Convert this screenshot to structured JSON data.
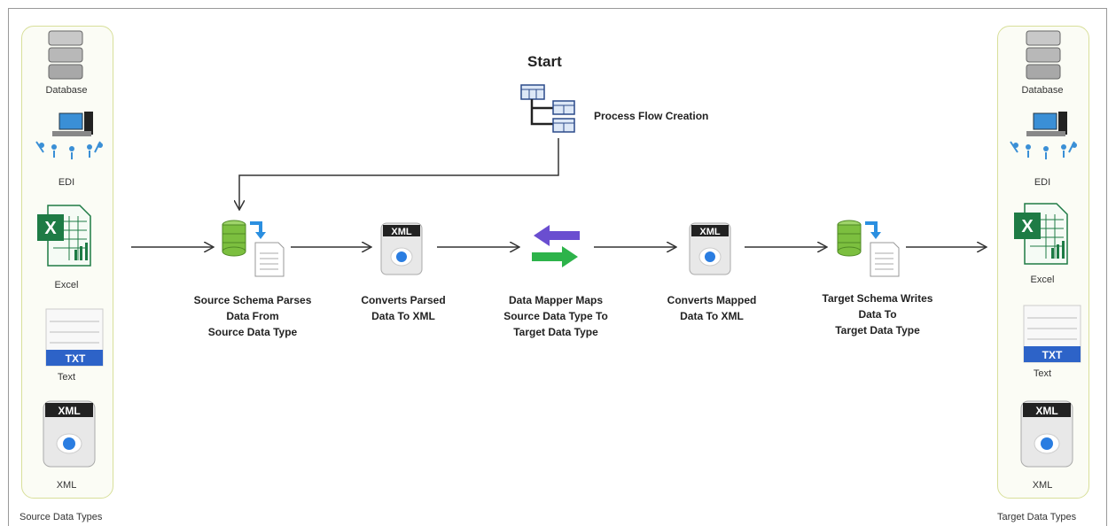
{
  "diagram": {
    "start_label": "Start",
    "process_flow_label": "Process Flow Creation",
    "source_panel": {
      "caption": "Source Data Types",
      "items": [
        "Database",
        "EDI",
        "Excel",
        "Text",
        "XML"
      ]
    },
    "target_panel": {
      "caption": "Target Data Types",
      "items": [
        "Database",
        "EDI",
        "Excel",
        "Text",
        "XML"
      ]
    },
    "steps": [
      "Source Schema Parses\nData From\nSource Data Type",
      "Converts Parsed\nData To XML",
      "Data Mapper Maps\nSource Data Type To\nTarget Data Type",
      "Converts Mapped\nData To XML",
      "Target Schema Writes\nData To\nTarget Data Type"
    ],
    "icon_text": {
      "txt": "TXT",
      "xml": "XML"
    },
    "colors": {
      "panel_border": "#d8df9a",
      "arrow": "#333333",
      "excel_green": "#1e7b45",
      "db_green": "#7cbf3f",
      "txt_blue": "#2d63c8",
      "mapper_purple": "#6a4ed0",
      "mapper_green": "#2db34a"
    }
  }
}
